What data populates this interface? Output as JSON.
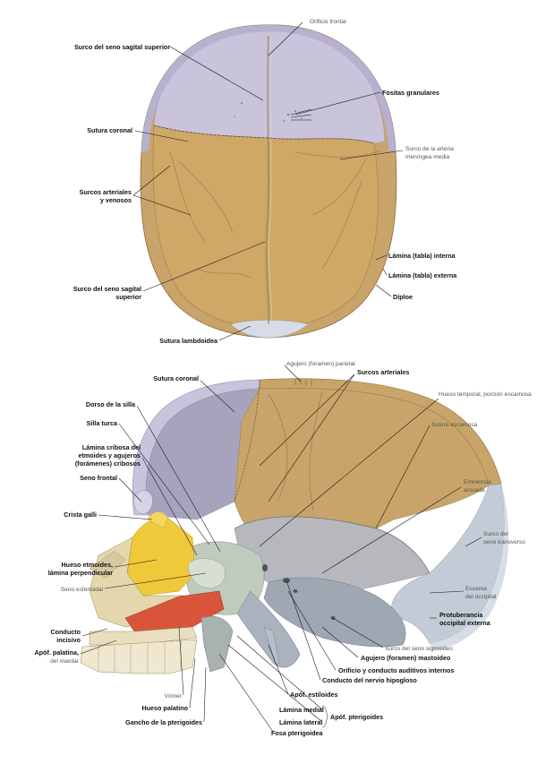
{
  "colors": {
    "bone_tan": "#c9a46a",
    "bone_tan_dark": "#b8915a",
    "lavender": "#c9c4dc",
    "lavender_dark": "#a9a3c2",
    "grey": "#b6b8bd",
    "blue_grey": "#c3ccd6",
    "yellow": "#f0c93a",
    "red": "#d9553a",
    "green_grey": "#bfcbbb",
    "cream": "#e4d6ad",
    "leader": "#111111"
  },
  "top_view": {
    "labels": {
      "foramen_ciego": "Orificio frontal",
      "surco_sagital_sup_1": "Surco del seno sagital superior",
      "fositas": "Fositas granulares",
      "sutura_coronal": "Sutura coronal",
      "surco_meningea_1": "Surco de la arteria",
      "surco_meningea_2": "meníngea media",
      "surcos_arteriales_1": "Surcos arteriales",
      "surcos_arteriales_2": "y venosos",
      "lamina_interna": "Lámina (tabla) interna",
      "lamina_externa": "Lámina (tabla) externa",
      "diploe": "Díploe",
      "surco_sagital_sup_2a": "Surco del seno sagital",
      "surco_sagital_sup_2b": "superior",
      "sutura_lambdoidea": "Sutura lambdoidea"
    }
  },
  "side_view": {
    "labels": {
      "agujero_parietal": "Agujero (foramen) parietal",
      "sutura_coronal": "Sutura coronal",
      "surcos_arteriales": "Surcos arteriales",
      "hueso_temporal": "Hueso temporal, porción escamosa",
      "dorso_silla": "Dorso de la silla",
      "silla_turca": "Silla turca",
      "sutura_escamosa": "Sutura escamosa",
      "lamina_cribosa_1": "Lámina cribosa del",
      "lamina_cribosa_2": "etmoides y agujeros",
      "lamina_cribosa_3": "(forámenes) cribosos",
      "eminencia_1": "Eminencia",
      "eminencia_2": "arcuada",
      "seno_frontal": "Seno frontal",
      "crista_galli": "Crista galli",
      "surco_transverso_1": "Surco del",
      "surco_transverso_2": "seno transverso",
      "hueso_etmoides_1": "Hueso etmoides,",
      "hueso_etmoides_2": "lámina perpendicular",
      "seno_esfenoidal": "Seno esfenoidal",
      "escama_1": "Escama",
      "escama_2": "del occipital",
      "conducto_incisivo_1": "Conducto",
      "conducto_incisivo_2": "incisivo",
      "protuberancia_1": "Protuberancia",
      "protuberancia_2": "occipital externa",
      "apof_palatina_1": "Apóf. palatina,",
      "apof_palatina_2": "del maxilar",
      "surco_sigmoideo": "Surco del seno sigmoideo",
      "agujero_mastoideo": "Agujero (foramen) mastoideo",
      "conducto_auditivo": "Orificio y conducto auditivos internos",
      "conducto_hipogloso": "Conducto del nervio hipogloso",
      "vomer": "Vómer",
      "apof_estiloides": "Apóf. estiloides",
      "hueso_palatino": "Hueso palatino",
      "lamina_medial": "Lámina medial",
      "gancho": "Gancho de la pterigoides",
      "lamina_lateral": "Lámina lateral",
      "apof_pterigoides": "Apóf. pterigoides",
      "fosa_pterigoidea": "Fosa pterigoidea"
    }
  }
}
